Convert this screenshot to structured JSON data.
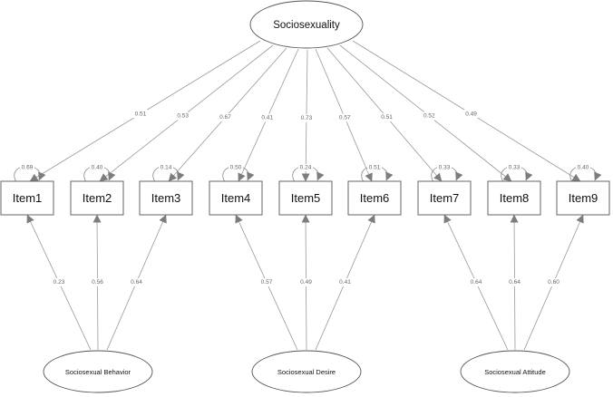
{
  "latents": {
    "general": "Sociosexuality",
    "behavior": "Sociosexual Behavior",
    "desire": "Sociosexual Desire",
    "attitude": "Sociosexual Attitude"
  },
  "items": [
    {
      "label": "Item1",
      "general_loading": "0.51",
      "factor": "behavior",
      "factor_loading": "0.23",
      "residual": "0.69"
    },
    {
      "label": "Item2",
      "general_loading": "0.53",
      "factor": "behavior",
      "factor_loading": "0.56",
      "residual": "0.40"
    },
    {
      "label": "Item3",
      "general_loading": "0.67",
      "factor": "behavior",
      "factor_loading": "0.64",
      "residual": "0.14"
    },
    {
      "label": "Item4",
      "general_loading": "0.41",
      "factor": "desire",
      "factor_loading": "0.57",
      "residual": "0.50"
    },
    {
      "label": "Item5",
      "general_loading": "0.73",
      "factor": "desire",
      "factor_loading": "0.49",
      "residual": "0.24"
    },
    {
      "label": "Item6",
      "general_loading": "0.57",
      "factor": "desire",
      "factor_loading": "0.41",
      "residual": "0.51"
    },
    {
      "label": "Item7",
      "general_loading": "0.51",
      "factor": "attitude",
      "factor_loading": "0.64",
      "residual": "0.33"
    },
    {
      "label": "Item8",
      "general_loading": "0.52",
      "factor": "attitude",
      "factor_loading": "0.64",
      "residual": "0.33"
    },
    {
      "label": "Item9",
      "general_loading": "0.49",
      "factor": "attitude",
      "factor_loading": "0.60",
      "residual": "0.40"
    }
  ]
}
